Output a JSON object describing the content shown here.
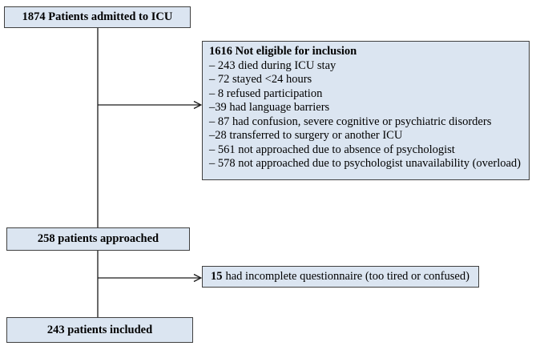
{
  "diagram": {
    "admitted_box": {
      "label": "1874 Patients admitted to ICU"
    },
    "not_eligible_box": {
      "title": "1616 Not eligible for inclusion",
      "items": [
        "– 243 died during ICU stay",
        "– 72 stayed <24 hours",
        "– 8 refused participation",
        "–39 had language barriers",
        "– 87 had confusion, severe cognitive or psychiatric disorders",
        "–28 transferred to surgery or another ICU",
        "– 561 not approached due to absence of psychologist",
        "– 578 not approached due to psychologist unavailability (overload)"
      ]
    },
    "approached_box": {
      "label": "258 patients approached"
    },
    "incomplete_box": {
      "number": "15",
      "text": "had incomplete questionnaire (too tired or confused)"
    },
    "included_box": {
      "label": "243 patients included"
    },
    "colors": {
      "box_fill": "#dbe5f1",
      "box_border": "#404040",
      "line": "#1a1a1a"
    }
  }
}
